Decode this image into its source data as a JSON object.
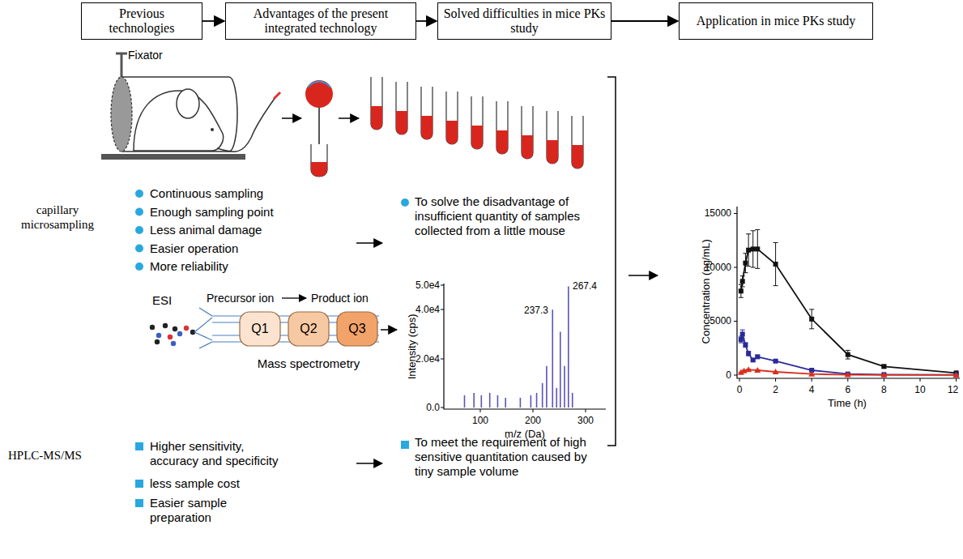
{
  "diagram": {
    "nodes": [
      {
        "text": [
          "Previous technologies"
        ]
      },
      {
        "text": [
          "Advantages of the present integrated technology"
        ]
      },
      {
        "text": [
          "Solved difficulties in mice PKs study"
        ]
      },
      {
        "text": [
          "Application in mice PKs study"
        ]
      }
    ],
    "edges": [
      {
        "from": 0,
        "to": 1,
        "arrow": "to"
      },
      {
        "from": 1,
        "to": 2,
        "arrow": "to"
      },
      {
        "from": 2,
        "to": 3,
        "arrow": "to"
      }
    ],
    "labels": [
      "Fixator",
      "capillary microsampling",
      "Continuous sampling",
      "Enough sampling point",
      "Less animal damage",
      "Easier operation",
      "More reliability",
      "To solve the disadvantage of insufficient quantity of samples collected from a little mouse",
      "ESI",
      "Precursor ion",
      "Product ion",
      "Q1",
      "Q2",
      "Q3",
      "Mass spectrometry",
      "5.0e4",
      "4.0e4",
      "2.0e4",
      "0.0",
      "237.3",
      "267.4",
      "100",
      "200",
      "300",
      "m/z (Da)",
      "Intensity (cps)",
      "HPLC-MS/MS",
      "Higher sensitivity, accuracy and specificity",
      "less sample cost",
      "Easier sample preparation",
      "To meet the requirement of high sensitive quantitation caused by tiny sample volume",
      "15000",
      "10000",
      "5000",
      "0",
      "Concentration (ng/mL)",
      "0",
      "2",
      "4",
      "6",
      "8",
      "10",
      "12",
      "Time (h)"
    ]
  }
}
